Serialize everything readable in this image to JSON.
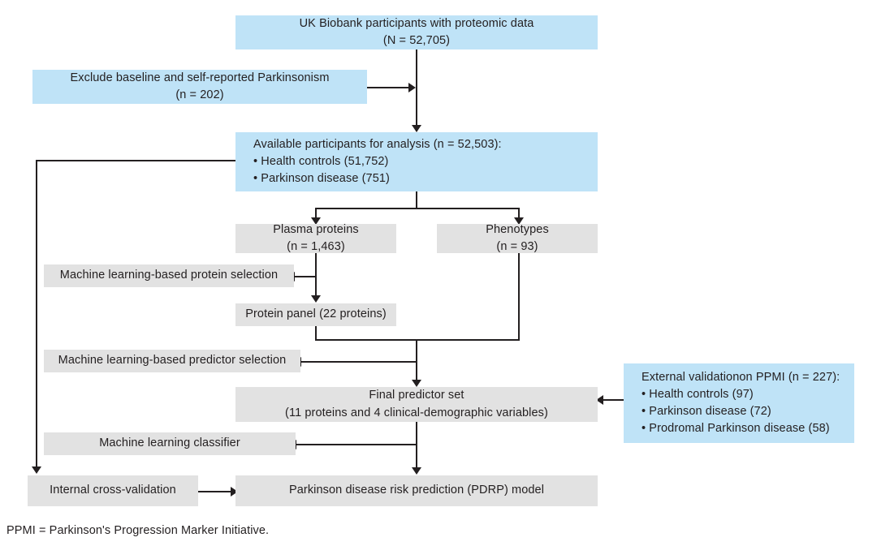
{
  "figure": {
    "type": "flowchart",
    "title": "Parkinson disease risk prediction study flow diagram",
    "footnote": "PPMI = Parkinson's Progression Marker Initiative.",
    "colors": {
      "blue_box": "#bfe3f7",
      "grey_box": "#e2e2e2",
      "connector": "#231f20",
      "background": "#ffffff",
      "text": "#231f20"
    }
  },
  "boxes": {
    "cohort": {
      "line1": "UK Biobank participants with proteomic data",
      "line2": "(N = 52,705)"
    },
    "exclusion": {
      "line1": "Exclude baseline and self-reported Parkinsonism",
      "line2": "(n = 202)"
    },
    "available": {
      "line1": "Available participants for analysis (n = 52,503):",
      "line2": "• Health controls (51,752)",
      "line3": "• Parkinson disease (751)"
    },
    "plasma_proteins": {
      "line1": "Plasma proteins",
      "line2": "(n = 1,463)"
    },
    "phenotypes": {
      "line1": "Phenotypes",
      "line2": "(n = 93)"
    },
    "protein_selection": {
      "line1": "Machine learning-based protein selection"
    },
    "protein_panel": {
      "line1": "Protein panel (22 proteins)"
    },
    "predictor_selection": {
      "line1": "Machine learning-based predictor selection"
    },
    "final_predictor_set": {
      "line1": "Final predictor set",
      "line2": "(11 proteins and 4 clinical-demographic variables)"
    },
    "external_validation": {
      "line1": "External validationon PPMI (n = 227):",
      "line2": "• Health controls (97)",
      "line3": "• Parkinson disease (72)",
      "line4": "• Prodromal Parkinson disease (58)"
    },
    "ml_classifier": {
      "line1": "Machine learning classifier"
    },
    "internal_cv": {
      "line1": "Internal cross-validation"
    },
    "pdrp_model": {
      "line1": "Parkinson disease risk prediction (PDRP) model"
    }
  }
}
